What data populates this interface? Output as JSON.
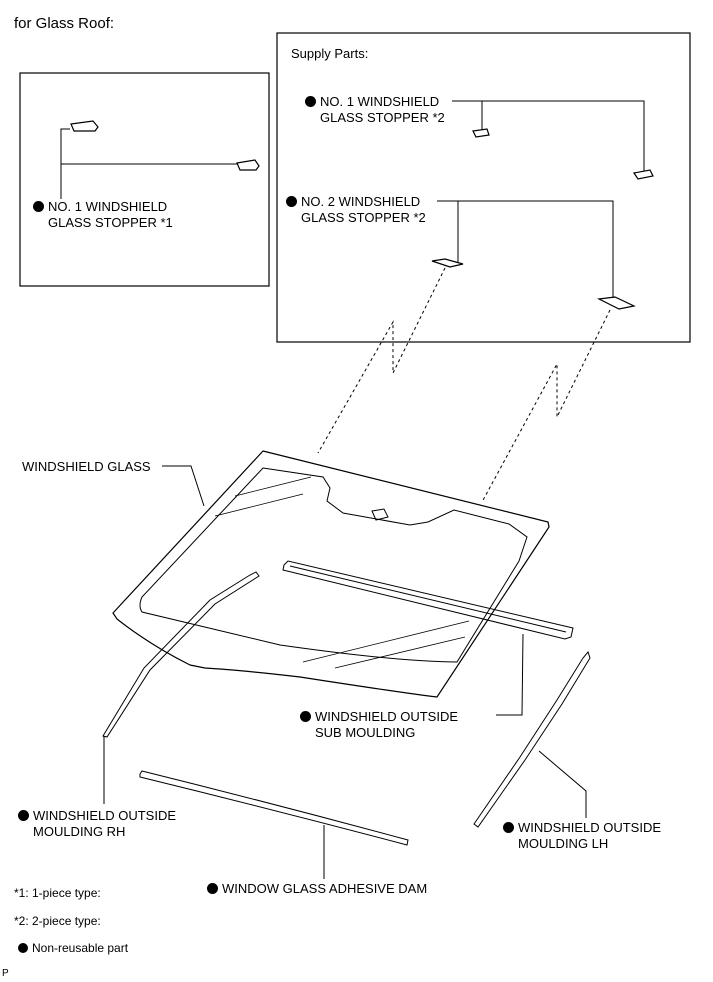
{
  "header": {
    "title": "for Glass Roof:"
  },
  "supply_box": {
    "title": "Supply Parts:"
  },
  "labels": {
    "no1_stopper_1piece": [
      "NO. 1 WINDSHIELD",
      "GLASS STOPPER  *1"
    ],
    "no1_stopper_2piece": [
      "NO. 1 WINDSHIELD",
      "GLASS STOPPER *2"
    ],
    "no2_stopper_2piece": [
      "NO. 2 WINDSHIELD",
      "GLASS STOPPER *2"
    ],
    "windshield_glass": "WINDSHIELD GLASS",
    "outside_sub_moulding": [
      "WINDSHIELD OUTSIDE",
      "SUB MOULDING"
    ],
    "outside_moulding_rh": [
      "WINDSHIELD OUTSIDE",
      "MOULDING RH"
    ],
    "outside_moulding_lh": [
      "WINDSHIELD OUTSIDE",
      "MOULDING LH"
    ],
    "adhesive_dam": "WINDOW GLASS ADHESIVE DAM"
  },
  "legend": {
    "note1": "*1: 1-piece type:",
    "note2": "*2: 2-piece type:",
    "non_reusable": "Non-reusable part"
  },
  "footer": {
    "code": "P"
  },
  "colors": {
    "ink": "#000000",
    "background": "#ffffff",
    "mark": "#000000"
  },
  "icons": {
    "non_reusable_marker": "filled-circle"
  }
}
